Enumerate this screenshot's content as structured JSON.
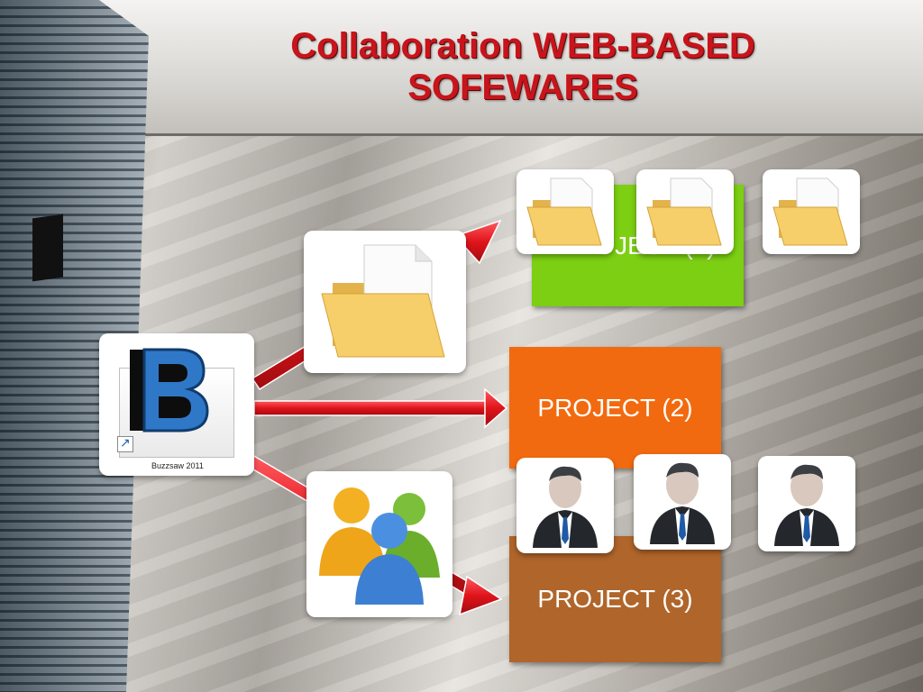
{
  "title": {
    "line1": "Collaboration WEB-BASED",
    "line2": "SOFEWARES"
  },
  "app_icon": {
    "name": "buzzsaw-b-icon",
    "label": "Buzzsaw 2011"
  },
  "projects": [
    {
      "label": "PROJECT (1)",
      "color": "#7ccf12"
    },
    {
      "label": "PROJECT (2)",
      "color": "#f26a0f"
    },
    {
      "label": "PROJECT (3)",
      "color": "#b0652a"
    }
  ],
  "icons": {
    "folder": "folder-icon",
    "users": "user-group-icon",
    "person": "businessman-icon"
  },
  "colors": {
    "title": "#c8141b",
    "arrow": "#e0141b"
  }
}
